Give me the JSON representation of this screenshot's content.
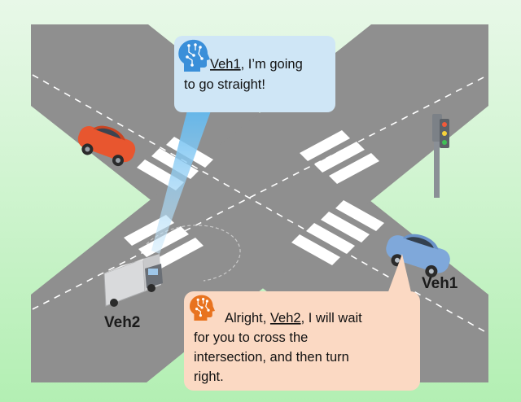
{
  "labels": {
    "veh1": "Veh1",
    "veh2": "Veh2"
  },
  "bubble_top": {
    "speaker": "Veh1",
    "line1_rest": ", I’m going",
    "line2": "to go straight!",
    "color": "#cfe6f6",
    "icon": "ai-head-icon"
  },
  "bubble_bottom": {
    "prefix": "Alright, ",
    "speaker": "Veh2",
    "line1_rest": ", I will wait",
    "line2": "for you to cross the",
    "line3": "intersection, and then turn",
    "line4": "right.",
    "color": "#fbd9c3",
    "icon": "ai-head-icon"
  },
  "colors": {
    "background_top": "#e6f7e6",
    "background_bottom": "#b7f0b7",
    "road": "#8f8f8f",
    "lane_marking": "#ffffff",
    "veh1_body": "#7fa8da",
    "red_car_body": "#e8562f",
    "truck_body": "#d8d8d8",
    "icon_blue": "#3a8fd9",
    "icon_orange": "#e8731f"
  }
}
